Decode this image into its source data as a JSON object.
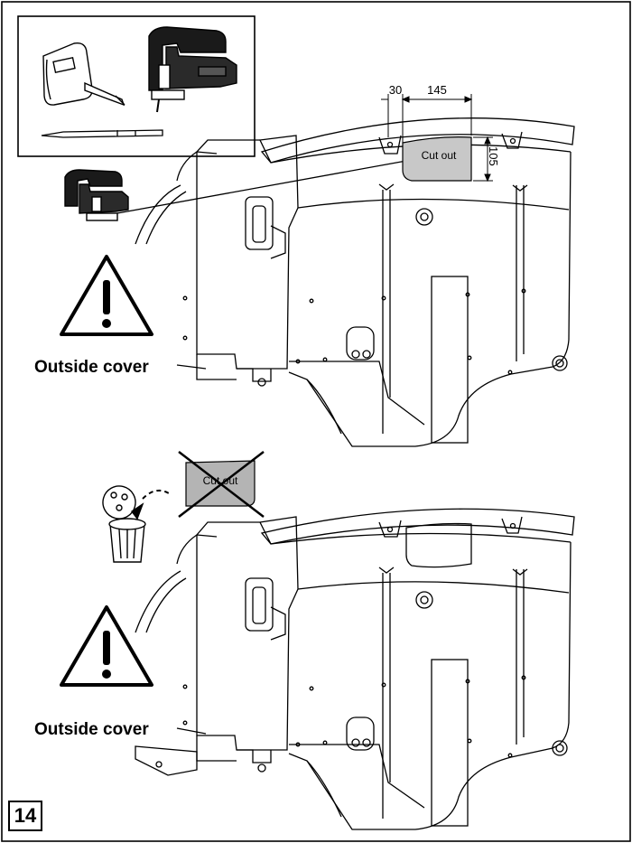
{
  "figure": {
    "step_number": "14",
    "dimensions": {
      "width_left": "30",
      "width_main": "145",
      "height": "105"
    },
    "cutout_label": "Cut out",
    "discarded_cutout_label": "Cut out",
    "warning_label_top": "Outside cover",
    "warning_label_bottom": "Outside cover",
    "colors": {
      "line": "#000000",
      "cutout_fill": "#c8c8c8",
      "discarded_fill": "#b4b4b4",
      "background": "#ffffff"
    },
    "icons": [
      "tape-measure-icon",
      "jigsaw-icon",
      "pencil-icon",
      "warning-icon",
      "trash-bin-icon",
      "cross-out-icon"
    ]
  }
}
